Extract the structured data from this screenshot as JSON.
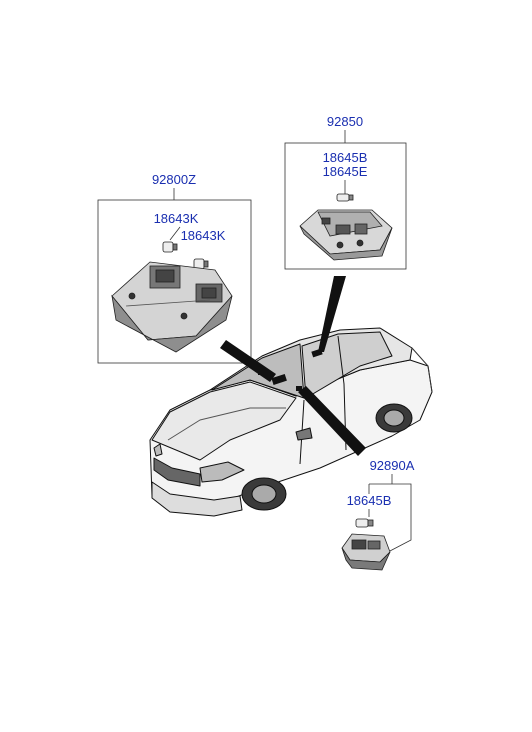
{
  "diagram": {
    "labels": {
      "map_lamp_assy": "92850",
      "map_lamp_bulb_1": "18645B",
      "map_lamp_bulb_2": "18645E",
      "overhead_console_assy": "92800Z",
      "overhead_bulb_1": "18643K",
      "overhead_bulb_2": "18643K",
      "luggage_lamp_assy": "92890A",
      "luggage_lamp_bulb": "18645B"
    }
  }
}
